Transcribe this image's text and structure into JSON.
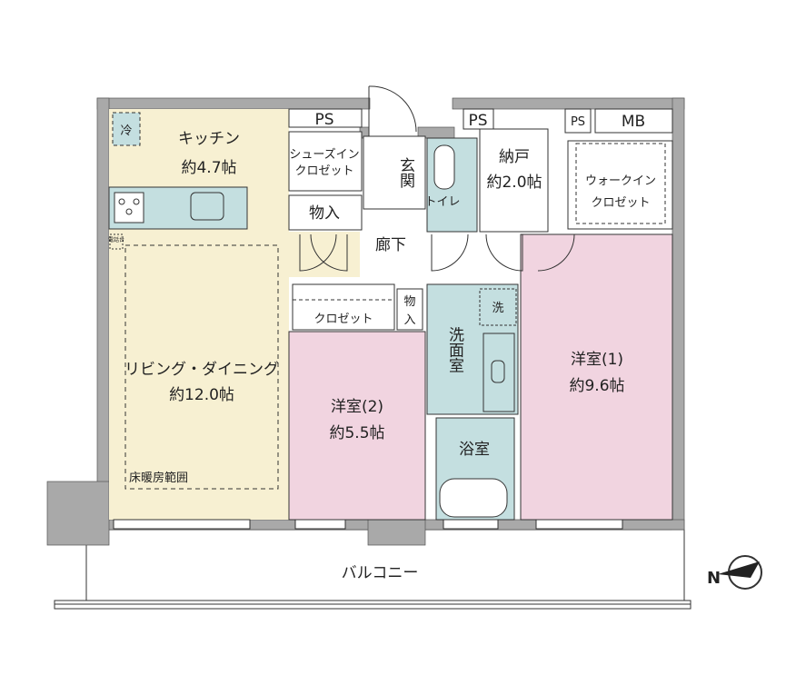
{
  "colors": {
    "wall": "#a9a9a9",
    "ld": "#f7f0d2",
    "bedroom": "#f1d4e0",
    "wet": "#c4dfe0",
    "line": "#333333"
  },
  "rooms": {
    "kitchen": {
      "name": "キッチン",
      "size": "約4.7帖"
    },
    "living": {
      "name": "リビング・ダイニング",
      "size": "約12.0帖",
      "floor_heating": "床暖房範囲",
      "phone_stand": "電話台"
    },
    "bedroom1": {
      "name": "洋室(1)",
      "size": "約9.6帖"
    },
    "bedroom2": {
      "name": "洋室(2)",
      "size": "約5.5帖"
    },
    "storage_room": {
      "name": "納戸",
      "size": "約2.0帖"
    },
    "entrance": "玄関",
    "hallway": "廊下",
    "toilet": "トイレ",
    "washroom": "洗面室",
    "bathroom": "浴室",
    "balcony": "バルコニー"
  },
  "fixtures": {
    "fridge": "冷",
    "washer": "洗",
    "ps1": "PS",
    "ps2": "PS",
    "ps3": "PS",
    "mb": "MB",
    "shoe_closet_line1": "シューズイン",
    "shoe_closet_line2": "クロゼット",
    "storage1": "物入",
    "storage2_line1": "物",
    "storage2_line2": "入",
    "closet": "クロゼット",
    "wic_line1": "ウォークイン",
    "wic_line2": "クロゼット"
  },
  "compass": {
    "label": "N"
  }
}
